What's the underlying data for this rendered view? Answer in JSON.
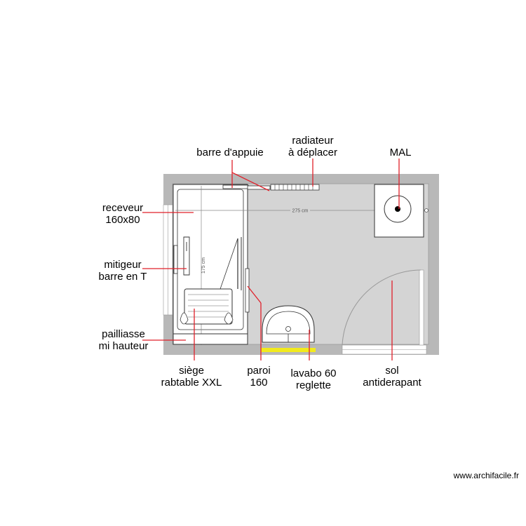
{
  "labels": {
    "barre_appui": "barre d'appuie",
    "radiateur_1": "radiateur",
    "radiateur_2": "à déplacer",
    "mal": "MAL",
    "receveur_1": "receveur",
    "receveur_2": "160x80",
    "mitigeur_1": "mitigeur",
    "mitigeur_2": "barre en T",
    "pailliasse_1": "pailliasse",
    "pailliasse_2": "mi hauteur",
    "siege_1": "siège",
    "siege_2": "rabtable XXL",
    "paroi_1": "paroi",
    "paroi_2": "160",
    "lavabo_1": "lavabo 60",
    "lavabo_2": "reglette",
    "sol_1": "sol",
    "sol_2": "antiderapant"
  },
  "dimensions": {
    "width": "275 cm",
    "length": "175 cm"
  },
  "watermark": "www.archifacile.fr",
  "colors": {
    "wall": "#b8b8b8",
    "floor": "#d4d4d4",
    "leader": "#e0202a",
    "reglette": "#f2ea1c"
  }
}
